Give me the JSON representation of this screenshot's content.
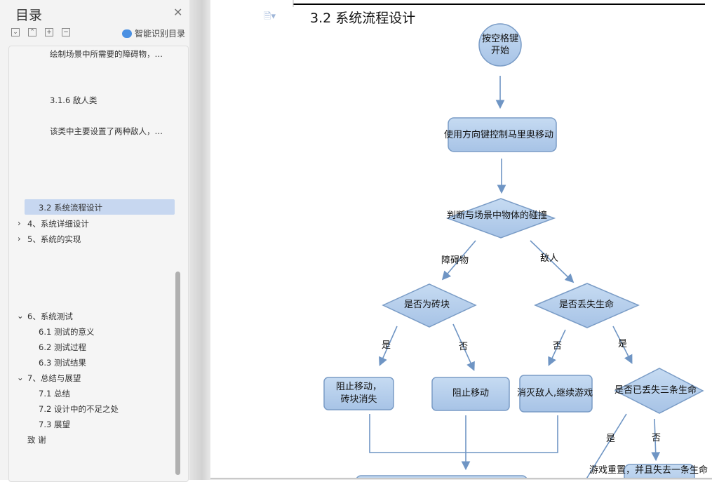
{
  "sidebar": {
    "title": "目录",
    "smart_toc": "智能识别目录",
    "toolbar": [
      "expand",
      "collapse",
      "add",
      "remove"
    ],
    "items": [
      {
        "label": "绘制场景中所需要的障碍物，…"
      },
      {
        "label": "3.1.6 敌人类"
      },
      {
        "label": "该类中主要设置了两种敌人，…"
      },
      {
        "label": "3.2 系统流程设计",
        "selected": true
      },
      {
        "label": "4、系统详细设计",
        "expander": "collapsed"
      },
      {
        "label": "5、系统的实现",
        "expander": "collapsed"
      },
      {
        "label": "6、系统测试",
        "expander": "expanded"
      },
      {
        "label": "6.1  测试的意义"
      },
      {
        "label": "6.2  测试过程"
      },
      {
        "label": "6.3  测试结果"
      },
      {
        "label": "7、总结与展望",
        "expander": "expanded"
      },
      {
        "label": "7.1  总结"
      },
      {
        "label": "7.2  设计中的不足之处"
      },
      {
        "label": "7.3  展望"
      },
      {
        "label": "致 谢"
      }
    ]
  },
  "document": {
    "heading": "3.2 系统流程设计",
    "flowchart": {
      "start_line1": "按空格键",
      "start_line2": "开始",
      "move": "使用方向键控制马里奥移动",
      "collision": "判断与场景中物体的碰撞",
      "label_obstacle": "障碍物",
      "label_enemy": "敌人",
      "is_brick": "是否为砖块",
      "lost_life": "是否丢失生命",
      "yes": "是",
      "no": "否",
      "stop_break_1": "阻止移动，",
      "stop_break_2": "砖块消失",
      "stop": "阻止移动",
      "kill_enemy": "消灭敌人,继续游戏",
      "lost_three": "是否已丢失三条生命",
      "reset": "游戏重置，并且失去一条生命"
    }
  },
  "colors": {
    "shape_fill": "#b4cdea",
    "shape_stroke": "#7a9cc6",
    "selected": "#c7d7f0"
  }
}
